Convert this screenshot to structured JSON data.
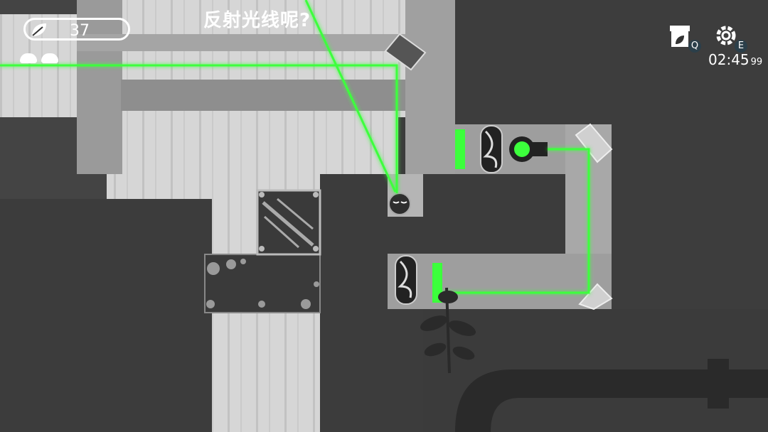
{
  "hud": {
    "leaf_count": "37",
    "hint_text": "反射光线呢?",
    "lives": 2,
    "shop_key": "Q",
    "settings_key": "E",
    "timer": "02:45",
    "timer_fraction": "99"
  },
  "colors": {
    "laser": "#3cff3c",
    "dark_wall": "#3a3a3a",
    "light_area": "#cfcfcf",
    "mid_wall": "#8a8a8a",
    "hud_text": "#ffffff"
  },
  "icons": {
    "leaf": "leaf-icon",
    "shop": "shop-icon",
    "settings": "gear-icon"
  }
}
